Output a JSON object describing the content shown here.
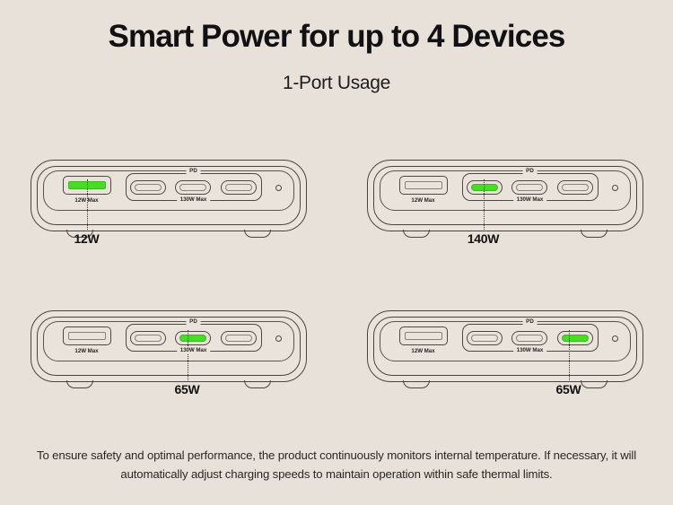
{
  "header": {
    "title": "Smart Power for up to 4 Devices",
    "subtitle": "1-Port Usage"
  },
  "labels": {
    "usba_caption": "12W Max",
    "pd_top": "PD",
    "pd_bottom": "130W Max"
  },
  "colors": {
    "background": "#e7e1d9",
    "active_port": "#4adb28",
    "outline": "#4a443e",
    "text": "#1d1d1f"
  },
  "devices": [
    {
      "name": "device-1",
      "active_port": "usb-a",
      "callout": "12W",
      "usba_active": true,
      "usbc_active": [
        false,
        false,
        false
      ]
    },
    {
      "name": "device-2",
      "active_port": "usb-c-1",
      "callout": "140W",
      "usba_active": false,
      "usbc_active": [
        true,
        false,
        false
      ]
    },
    {
      "name": "device-3",
      "active_port": "usb-c-2",
      "callout": "65W",
      "usba_active": false,
      "usbc_active": [
        false,
        true,
        false
      ]
    },
    {
      "name": "device-4",
      "active_port": "usb-c-3",
      "callout": "65W",
      "usba_active": false,
      "usbc_active": [
        false,
        false,
        true
      ]
    }
  ],
  "footer": {
    "note": "To ensure safety and optimal performance, the product continuously monitors internal temperature. If necessary, it will automatically adjust charging speeds to maintain operation within safe thermal limits."
  }
}
